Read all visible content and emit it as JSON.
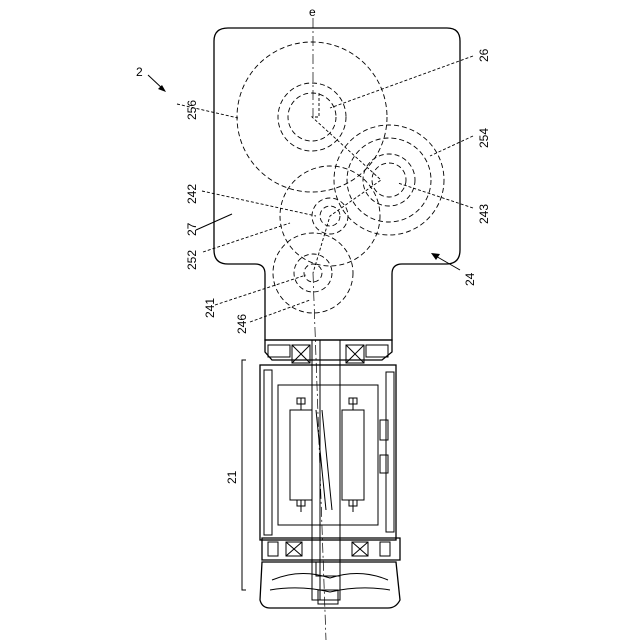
{
  "labels": {
    "fig": "2",
    "axis": "e",
    "gear_256": "256",
    "gear_26": "26",
    "gear_254": "254",
    "gear_242": "242",
    "gear_243": "243",
    "housing_27": "27",
    "gear_252": "252",
    "assembly_24": "24",
    "gear_241": "241",
    "gear_246": "246",
    "motor_21": "21"
  }
}
